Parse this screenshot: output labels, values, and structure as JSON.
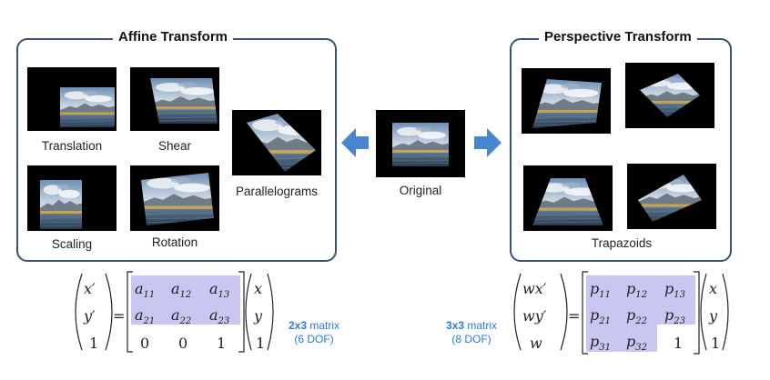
{
  "affine": {
    "title": "Affine Transform",
    "captions": {
      "translation": "Translation",
      "shear": "Shear",
      "parallelograms": "Parallelograms",
      "scaling": "Scaling",
      "rotation": "Rotation"
    },
    "matrix_dims": "2x3",
    "matrix_word": "matrix",
    "dof": "(6 DOF)"
  },
  "perspective": {
    "title": "Perspective Transform",
    "caption": "Trapazoids",
    "matrix_dims": "3x3",
    "matrix_word": "matrix",
    "dof": "(8 DOF)"
  },
  "original": {
    "caption": "Original"
  },
  "colors": {
    "panel_border": "#3d4f72",
    "arrow": "#4a86cf",
    "dof_text": "#2a7bd6",
    "matrix_highlight": "#c9c6f2"
  }
}
